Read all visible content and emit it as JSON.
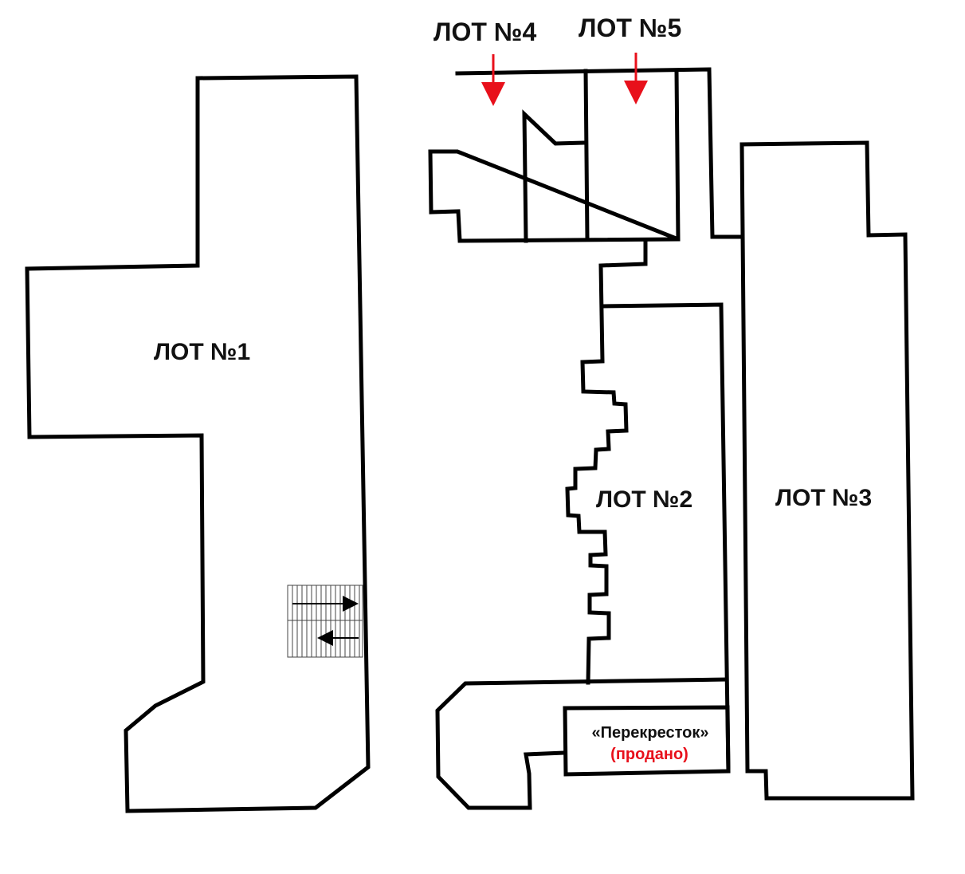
{
  "lots": {
    "lot1": "ЛОТ №1",
    "lot2": "ЛОТ №2",
    "lot3": "ЛОТ №3",
    "lot4": "ЛОТ №4",
    "lot5": "ЛОТ №5"
  },
  "shop": {
    "name": "«Перекресток»",
    "status": "(продано)"
  },
  "colors": {
    "wall": "#000000",
    "arrow": "#e8101b",
    "sold": "#e8101b",
    "background": "#ffffff"
  }
}
